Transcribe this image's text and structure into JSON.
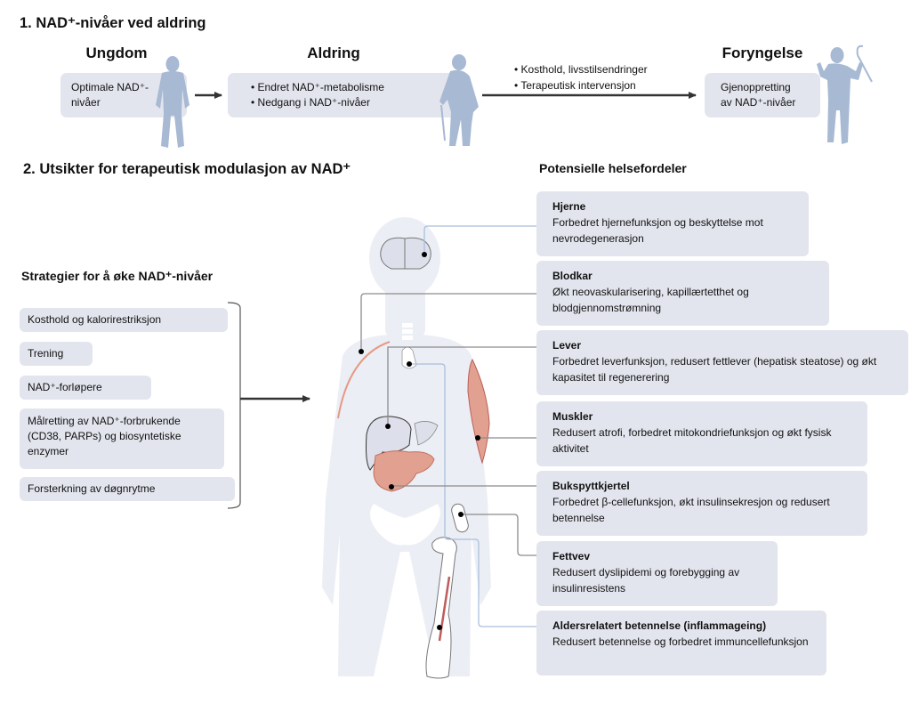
{
  "section1": {
    "title": "1. NAD⁺-nivåer ved aldring",
    "stages": [
      {
        "title": "Ungdom",
        "lines": [
          "Optimale NAD⁺-",
          "nivåer"
        ]
      },
      {
        "title": "Aldring",
        "bullets": [
          "Endret NAD⁺-metabolisme",
          "Nedgang i NAD⁺-nivåer"
        ]
      },
      {
        "title": "Foryngelse",
        "lines": [
          "Gjenoppretting",
          "av NAD⁺-nivåer"
        ]
      }
    ],
    "interventions": [
      "Kosthold, livsstilsendringer",
      "Terapeutisk intervensjon"
    ],
    "figures": [
      "young-person-icon",
      "elderly-person-with-cane-icon",
      "rejuvenated-person-raising-cane-icon"
    ]
  },
  "section2": {
    "title": "2. Utsikter for terapeutisk modulasjon av NAD⁺",
    "strategies_title": "Strategier for å øke NAD⁺-nivåer",
    "strategies": [
      "Kosthold og kalorirestriksjon",
      "Trening",
      "NAD⁺-forløpere",
      "Målretting av NAD⁺-forbrukende (CD38, PARPs) og biosyntetiske enzymer",
      "Forsterkning av døgnrytme"
    ],
    "benefits_title": "Potensielle helsefordeler",
    "benefits": [
      {
        "title": "Hjerne",
        "text": "Forbedret hjernefunksjon og beskyttelse mot nevrodegenerasjon"
      },
      {
        "title": "Blodkar",
        "text": "Økt neovaskularisering, kapillærtetthet og blodgjennomstrømning"
      },
      {
        "title": "Lever",
        "text": "Forbedret leverfunksjon, redusert fettlever (hepatisk steatose) og økt kapasitet til regenerering"
      },
      {
        "title": "Muskler",
        "text": "Redusert atrofi, forbedret mitokondriefunksjon og økt fysisk aktivitet"
      },
      {
        "title": "Bukspyttkjertel",
        "text": "Forbedret β-cellefunksjon, økt insulinsekresjon og redusert betennelse"
      },
      {
        "title": "Fettvev",
        "text": "Redusert dyslipidemi og forebygging av insulinresistens"
      },
      {
        "title": "Aldersrelatert betennelse (inflammageing)",
        "text": "Redusert betennelse og forbedret immuncellefunksjon"
      }
    ]
  },
  "colors": {
    "box_fill": "#e3e5ee",
    "figure_blue": "#a7b9d3",
    "body_silhouette": "#eceef5",
    "organ_red": "#e2a090",
    "connector_gray": "#8c8c8c",
    "connector_blue": "#a9bfdc"
  }
}
